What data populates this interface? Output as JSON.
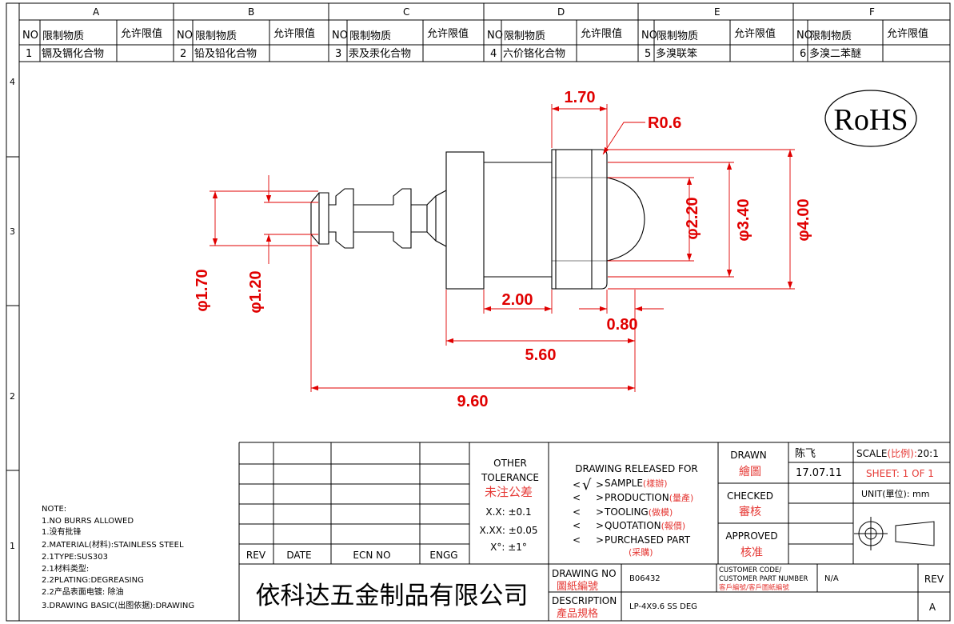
{
  "top_table": {
    "zones": [
      "A",
      "B",
      "C",
      "D",
      "E",
      "F"
    ],
    "col_no": "NO",
    "col_substance": "限制物质",
    "col_limit": "允许限值",
    "items": [
      {
        "no": "1",
        "name": "镉及镉化合物"
      },
      {
        "no": "2",
        "name": "铅及铅化合物"
      },
      {
        "no": "3",
        "name": "汞及汞化合物"
      },
      {
        "no": "4",
        "name": "六价铬化合物"
      },
      {
        "no": "5",
        "name": "多溴联笨"
      },
      {
        "no": "6",
        "name": "多溴二苯醚"
      }
    ]
  },
  "row_zones": [
    "4",
    "3",
    "2",
    "1"
  ],
  "rohs": "RoHS",
  "dimensions": {
    "d_170_top": "1.70",
    "r06": "R0.6",
    "d_220": "φ2.20",
    "d_340": "φ3.40",
    "d_400": "φ4.00",
    "d_dia170": "φ1.70",
    "d_dia120": "φ1.20",
    "d_200": "2.00",
    "d_080": "0.80",
    "d_560": "5.60",
    "d_960": "9.60"
  },
  "notes": [
    "NOTE:",
    "1.NO BURRS ALLOWED",
    "1.没有批锋",
    "2.MATERIAL(材料):STAINLESS STEEL",
    "2.1TYPE:SUS303",
    "2.1材料类型:",
    "2.2PLATING:DEGREASING",
    "2.2产品表面电镀: 除油",
    "3.DRAWING BASIC(出图依据):DRAWING"
  ],
  "revision_table": {
    "rev": "REV",
    "date": "DATE",
    "ecn": "ECN NO",
    "engg": "ENGG"
  },
  "tolerance": {
    "title1": "OTHER",
    "title2": "TOLERANCE",
    "title_cn": "未注公差",
    "xx": "X.X: ±0.1",
    "xxx": "X.XX: ±0.05",
    "angle": "X°: ±1°"
  },
  "release": {
    "title": "DRAWING RELEASED FOR",
    "sample": "SAMPLE",
    "sample_cn": "(樣辦)",
    "production": "PRODUCTION",
    "production_cn": "(量產)",
    "tooling": "TOOLING",
    "tooling_cn": "(做模)",
    "quotation": "QUOTATION",
    "quotation_cn": "(報價)",
    "purchased": "PURCHASED PART",
    "purchased_cn": "(采購)",
    "check_mark": "√"
  },
  "approval": {
    "drawn": "DRAWN",
    "drawn_cn": "繪圖",
    "drawn_by": "陈飞",
    "date": "17.07.11",
    "checked": "CHECKED",
    "checked_cn": "審核",
    "approved": "APPROVED",
    "approved_cn": "核准"
  },
  "scale": {
    "label": "SCALE",
    "label_cn": "(比例):",
    "value": "20:1",
    "sheet": "SHEET:  1 OF 1",
    "unit": "UNIT(單位): mm"
  },
  "company": "依科达五金制品有限公司",
  "drawing_no": {
    "label": "DRAWING NO",
    "label_cn": "圖紙編號",
    "value": "B06432"
  },
  "description": {
    "label": "DESCRIPTION",
    "label_cn": "產品規格",
    "value": "LP-4X9.6 SS DEG"
  },
  "customer": {
    "label1": "CUSTOMER CODE/",
    "label2": "CUSTOMER PART NUMBER",
    "label_cn": "客戶編號/客戶圖紙編號",
    "value": "N/A"
  },
  "rev_block": {
    "label": "REV",
    "value": "A"
  }
}
